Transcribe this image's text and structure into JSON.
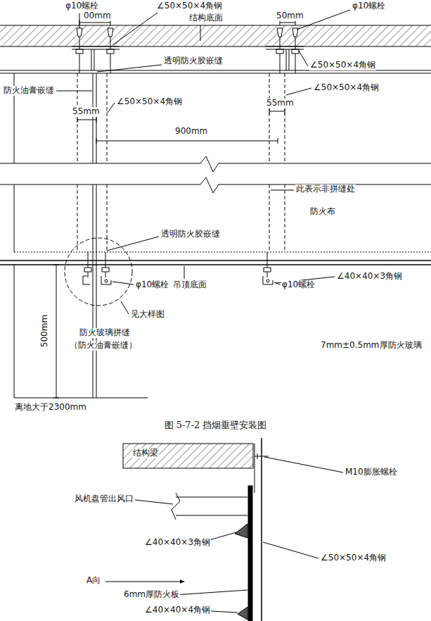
{
  "diagram": {
    "caption": "图 5-7-2 挡烟垂壁安装图",
    "labels": [
      "φ10螺栓",
      "00mm",
      "∠50×50×4角钢",
      "结构底面",
      "50mm",
      "φ10螺栓",
      "透明防火胶嵌缝",
      "∠50×50×4角钢",
      "防火油膏嵌缝",
      "∠50×50×4角钢",
      "55mm",
      "55mm",
      "∠50×50×4角钢",
      "900mm",
      "此表示非拼缝处",
      "防火布",
      "透明防火胶嵌缝",
      "φ10螺栓",
      "吊顶底面",
      "φ10螺栓",
      "∠40×40×3角钢",
      "见大样图",
      "防火玻璃拼缝",
      "（防火油膏嵌缝）",
      "7mm±0.5mm厚防火玻璃",
      "500mm",
      "离地大于2300mm",
      "结构梁",
      "M10膨胀螺栓",
      "风机盘管出风口",
      "∠40×40×3角钢",
      "∠50×50×4角钢",
      "A向",
      "6mm厚防火板",
      "∠40×40×4角钢"
    ]
  }
}
